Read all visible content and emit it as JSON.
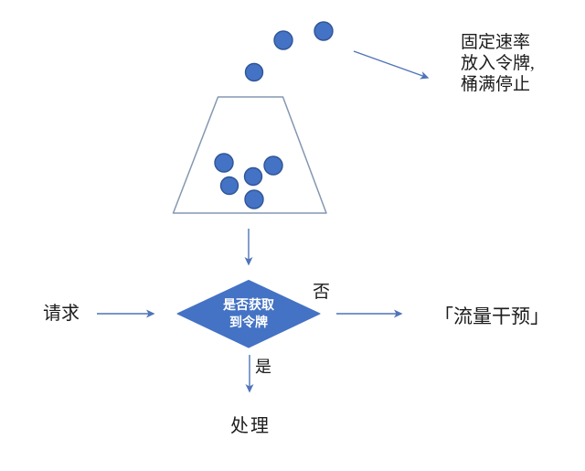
{
  "colors": {
    "background": "#FFFFFF",
    "token_fill": "#4472C4",
    "token_stroke": "#2F5597",
    "bucket_stroke": "#8497B0",
    "arrow": "#4F74B8",
    "diamond_fill": "#4472C4",
    "diamond_text": "#FFFFFF",
    "label_text": "#1C1C1C"
  },
  "bucket_note": {
    "lines": [
      "固定速率",
      "放入令牌,",
      "桶满停止"
    ]
  },
  "decision": {
    "lines": [
      "是否获取",
      "到令牌"
    ]
  },
  "labels": {
    "request": "请求",
    "branch_no": "否",
    "branch_yes": "是",
    "traffic_intervention": "「流量干预」",
    "process": "处理"
  },
  "tokens": {
    "falling_count": 3,
    "in_bucket_count": 5
  }
}
